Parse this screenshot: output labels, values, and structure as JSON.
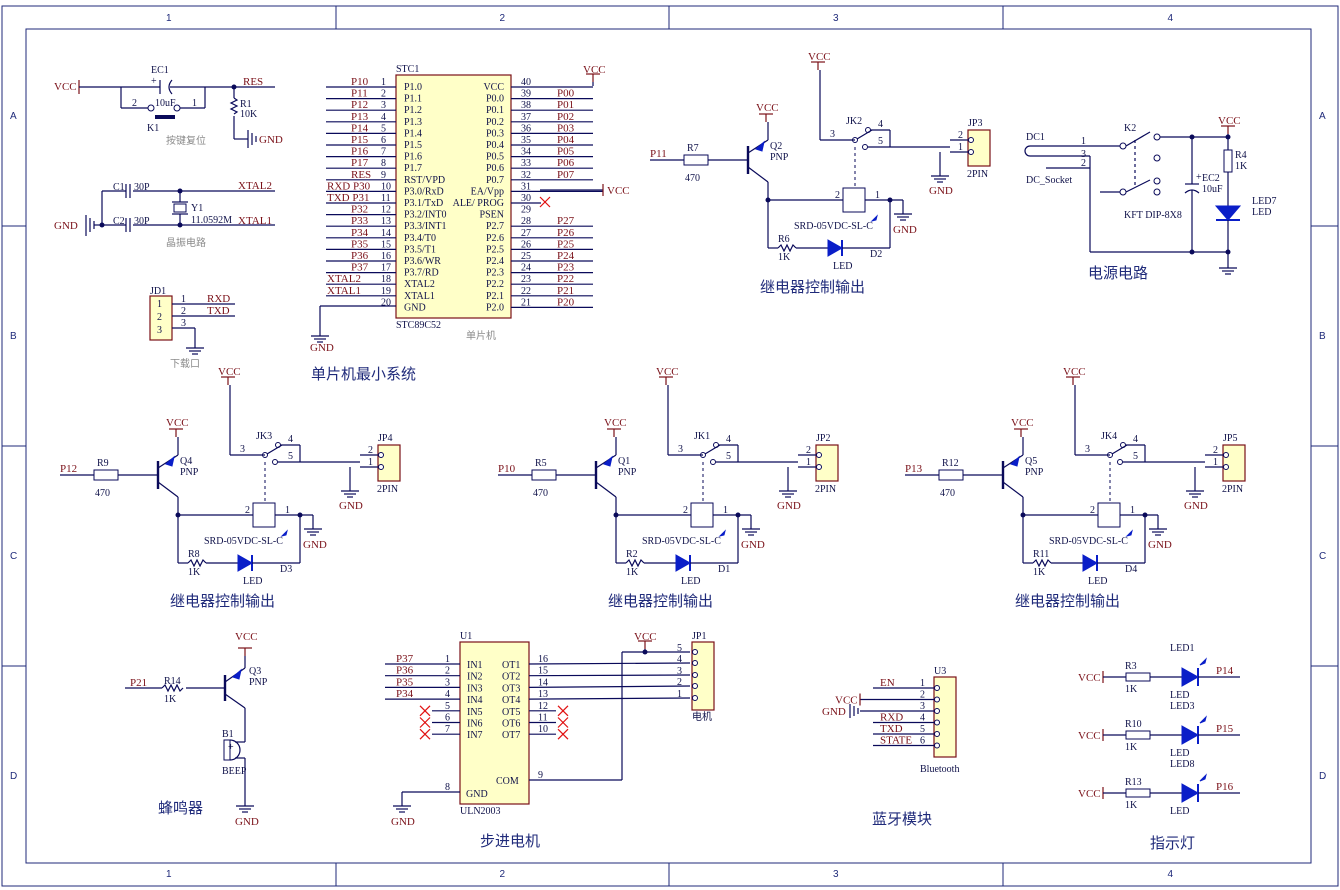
{
  "grid": {
    "cols": [
      "1",
      "2",
      "3",
      "4"
    ],
    "rows": [
      "A",
      "B",
      "C",
      "D"
    ]
  },
  "nets": {
    "vcc": "VCC",
    "gnd": "GND",
    "res": "RES",
    "xtal1": "XTAL1",
    "xtal2": "XTAL2",
    "rxd": "RXD",
    "txd": "TXD"
  },
  "reset": {
    "cap": "EC1",
    "cap_val": "10uF",
    "sw": "K1",
    "res": "R1",
    "res_val": "10K",
    "title": "按键复位"
  },
  "crystal": {
    "c1": "C1",
    "c2": "C2",
    "c_val": "30P",
    "y": "Y1",
    "y_val": "11.0592M",
    "title": "晶振电路"
  },
  "download": {
    "ref": "JD1",
    "title": "下载口"
  },
  "mcu": {
    "ref": "STC1",
    "part": "STC89C52",
    "footer": "单片机",
    "title": "单片机最小系统",
    "left": [
      {
        "net": "P10",
        "num": "1",
        "name": "P1.0"
      },
      {
        "net": "P11",
        "num": "2",
        "name": "P1.1"
      },
      {
        "net": "P12",
        "num": "3",
        "name": "P1.2"
      },
      {
        "net": "P13",
        "num": "4",
        "name": "P1.3"
      },
      {
        "net": "P14",
        "num": "5",
        "name": "P1.4"
      },
      {
        "net": "P15",
        "num": "6",
        "name": "P1.5"
      },
      {
        "net": "P16",
        "num": "7",
        "name": "P1.6"
      },
      {
        "net": "P17",
        "num": "8",
        "name": "P1.7"
      },
      {
        "net": "RES",
        "num": "9",
        "name": "RST/VPD"
      },
      {
        "net": "RXD P30",
        "num": "10",
        "name": "P3.0/RxD"
      },
      {
        "net": "TXD P31",
        "num": "11",
        "name": "P3.1/TxD"
      },
      {
        "net": "P32",
        "num": "12",
        "name": "P3.2/INT0"
      },
      {
        "net": "P33",
        "num": "13",
        "name": "P3.3/INT1"
      },
      {
        "net": "P34",
        "num": "14",
        "name": "P3.4/T0"
      },
      {
        "net": "P35",
        "num": "15",
        "name": "P3.5/T1"
      },
      {
        "net": "P36",
        "num": "16",
        "name": "P3.6/WR"
      },
      {
        "net": "P37",
        "num": "17",
        "name": "P3.7/RD"
      },
      {
        "net": "XTAL2",
        "num": "18",
        "name": "XTAL2"
      },
      {
        "net": "XTAL1",
        "num": "19",
        "name": "XTAL1"
      },
      {
        "net": "",
        "num": "20",
        "name": "GND"
      }
    ],
    "right": [
      {
        "net": "",
        "num": "40",
        "name": "VCC"
      },
      {
        "net": "P00",
        "num": "39",
        "name": "P0.0"
      },
      {
        "net": "P01",
        "num": "38",
        "name": "P0.1"
      },
      {
        "net": "P02",
        "num": "37",
        "name": "P0.2"
      },
      {
        "net": "P03",
        "num": "36",
        "name": "P0.3"
      },
      {
        "net": "P04",
        "num": "35",
        "name": "P0.4"
      },
      {
        "net": "P05",
        "num": "34",
        "name": "P0.5"
      },
      {
        "net": "P06",
        "num": "33",
        "name": "P0.6"
      },
      {
        "net": "P07",
        "num": "32",
        "name": "P0.7"
      },
      {
        "net": "",
        "num": "31",
        "name": "EA/Vpp"
      },
      {
        "net": "",
        "num": "30",
        "name": "ALE/ PROG"
      },
      {
        "net": "",
        "num": "29",
        "name": "PSEN"
      },
      {
        "net": "P27",
        "num": "28",
        "name": "P2.7"
      },
      {
        "net": "P26",
        "num": "27",
        "name": "P2.6"
      },
      {
        "net": "P25",
        "num": "26",
        "name": "P2.5"
      },
      {
        "net": "P24",
        "num": "25",
        "name": "P2.4"
      },
      {
        "net": "P23",
        "num": "24",
        "name": "P2.3"
      },
      {
        "net": "P22",
        "num": "23",
        "name": "P2.2"
      },
      {
        "net": "P21",
        "num": "22",
        "name": "P2.1"
      },
      {
        "net": "P20",
        "num": "21",
        "name": "P2.0"
      }
    ]
  },
  "relays": [
    {
      "in": "P11",
      "r": "R7",
      "rv": "470",
      "q": "Q2",
      "jk": "JK2",
      "rl": "R6",
      "d": "D2",
      "jp": "JP3"
    },
    {
      "in": "P12",
      "r": "R9",
      "rv": "470",
      "q": "Q4",
      "jk": "JK3",
      "rl": "R8",
      "d": "D3",
      "jp": "JP4"
    },
    {
      "in": "P10",
      "r": "R5",
      "rv": "470",
      "q": "Q1",
      "jk": "JK1",
      "rl": "R2",
      "d": "D1",
      "jp": "JP2"
    },
    {
      "in": "P13",
      "r": "R12",
      "rv": "470",
      "q": "Q5",
      "jk": "JK4",
      "rl": "R11",
      "d": "D4",
      "jp": "JP5"
    }
  ],
  "relay_common": {
    "pnp": "PNP",
    "relay": "SRD-05VDC-SL-C",
    "rl_val": "1K",
    "led": "LED",
    "conn": "2PIN",
    "title": "继电器控制输出"
  },
  "power": {
    "dc": "DC1",
    "dc_part": "DC_Socket",
    "sw": "K2",
    "sw_part": "KFT DIP-8X8",
    "cap": "EC2",
    "cap_val": "10uF",
    "res": "R4",
    "res_val": "1K",
    "led": "LED7",
    "led_part": "LED",
    "title": "电源电路"
  },
  "buzzer": {
    "in": "P21",
    "r": "R14",
    "rv": "1K",
    "q": "Q3",
    "qp": "PNP",
    "b": "B1",
    "bp": "BEEP",
    "title": "蜂鸣器"
  },
  "stepper": {
    "ref": "U1",
    "part": "ULN2003",
    "title": "步进电机",
    "jp": "JP1",
    "jp_part": "电机",
    "inputs": [
      {
        "net": "P37",
        "num": "1",
        "name": "IN1"
      },
      {
        "net": "P36",
        "num": "2",
        "name": "IN2"
      },
      {
        "net": "P35",
        "num": "3",
        "name": "IN3"
      },
      {
        "net": "P34",
        "num": "4",
        "name": "IN4"
      },
      {
        "net": "",
        "num": "5",
        "name": "IN5"
      },
      {
        "net": "",
        "num": "6",
        "name": "IN6"
      },
      {
        "net": "",
        "num": "7",
        "name": "IN7"
      }
    ],
    "outputs": [
      {
        "num": "16",
        "name": "OT1"
      },
      {
        "num": "15",
        "name": "OT2"
      },
      {
        "num": "14",
        "name": "OT3"
      },
      {
        "num": "13",
        "name": "OT4"
      },
      {
        "num": "12",
        "name": "OT5"
      },
      {
        "num": "11",
        "name": "OT6"
      },
      {
        "num": "10",
        "name": "OT7"
      }
    ],
    "gnd_num": "8",
    "gnd_name": "GND",
    "com_num": "9",
    "com_name": "COM"
  },
  "bluetooth": {
    "ref": "U3",
    "part": "Bluetooth",
    "title": "蓝牙模块",
    "pins": [
      {
        "net": "EN",
        "num": "1"
      },
      {
        "net": "VCC",
        "num": "2"
      },
      {
        "net": "GND",
        "num": "3"
      },
      {
        "net": "RXD",
        "num": "4"
      },
      {
        "net": "TXD",
        "num": "5"
      },
      {
        "net": "STATE",
        "num": "6"
      }
    ]
  },
  "leds": {
    "title": "指示灯",
    "items": [
      {
        "r": "R3",
        "rv": "1K",
        "led": "LED1",
        "lp": "LED",
        "net": "P14"
      },
      {
        "r": "R10",
        "rv": "1K",
        "led": "LED3",
        "lp": "LED",
        "net": "P15"
      },
      {
        "r": "R13",
        "rv": "1K",
        "led": "LED8",
        "lp": "LED",
        "net": "P16"
      }
    ]
  }
}
